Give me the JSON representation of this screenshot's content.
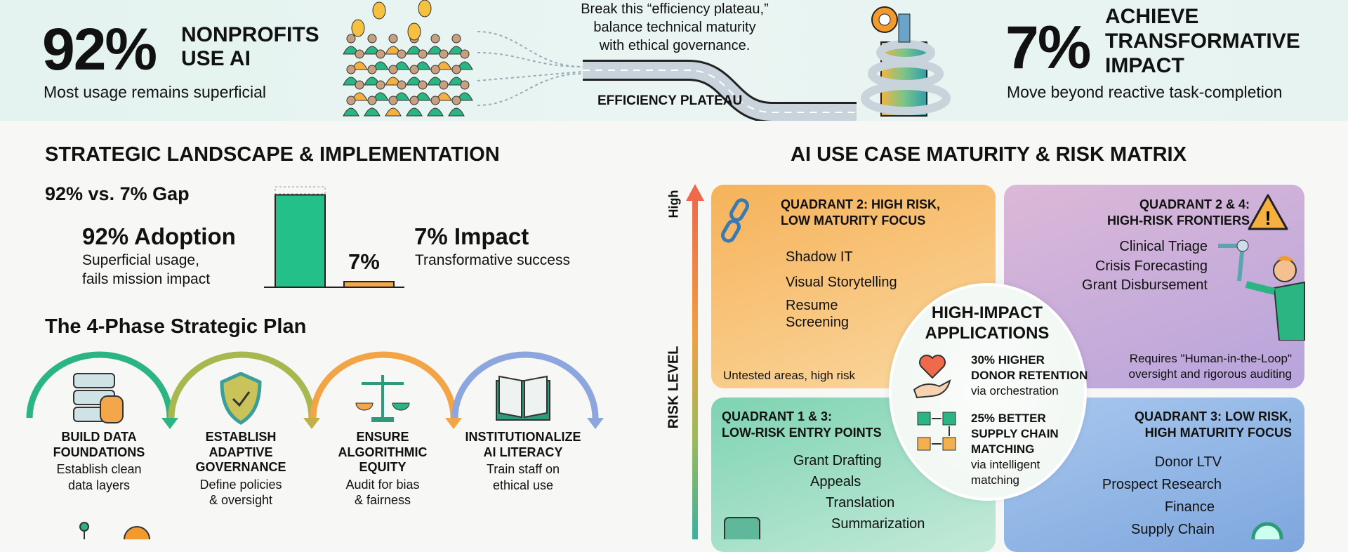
{
  "header": {
    "left_stat": "92%",
    "left_label": [
      "NONPROFITS",
      "USE AI"
    ],
    "left_sub": "Most usage remains superficial",
    "quote": [
      "Break this “efficiency plateau,”",
      "balance technical maturity",
      "with ethical governance."
    ],
    "plateau_label": "EFFICIENCY PLATEAU",
    "right_stat": "7%",
    "right_label": [
      "ACHIEVE",
      "TRANSFORMATIVE",
      "IMPACT"
    ],
    "right_sub": "Move beyond reactive task-completion"
  },
  "left": {
    "title": "STRATEGIC LANDSCAPE & IMPLEMENTATION",
    "gap_title": "92% vs. 7% Gap",
    "adoption_title": "92% Adoption",
    "adoption_desc": [
      "Superficial usage,",
      "fails mission impact"
    ],
    "bar_chart": {
      "adoption_pct": 92,
      "impact_pct": 7,
      "impact_label": "7%"
    },
    "impact_title": "7% Impact",
    "impact_desc": "Transformative success",
    "plan_title": "The 4-Phase Strategic Plan",
    "phases": [
      {
        "icon": "database-icon",
        "title": [
          "BUILD DATA",
          "FOUNDATIONS"
        ],
        "desc": [
          "Establish clean",
          "data layers"
        ],
        "color": "#2bb583"
      },
      {
        "icon": "shield-check-icon",
        "title": [
          "ESTABLISH",
          "ADAPTIVE",
          "GOVERNANCE"
        ],
        "desc": [
          "Define policies",
          "& oversight"
        ],
        "color": "#a8b850"
      },
      {
        "icon": "scales-icon",
        "title": [
          "ENSURE",
          "ALGORITHMIC",
          "EQUITY"
        ],
        "desc": [
          "Audit for bias",
          "& fairness"
        ],
        "color": "#f2a446"
      },
      {
        "icon": "book-icon",
        "title": [
          "INSTITUTIONALIZE",
          "AI LITERACY"
        ],
        "desc": [
          "Train staff on",
          "ethical use"
        ],
        "color": "#8ea6de"
      }
    ]
  },
  "matrix": {
    "title": "AI USE CASE MATURITY & RISK MATRIX",
    "axis_label": "RISK LEVEL",
    "axis_high": "High",
    "q2": {
      "title": [
        "QUADRANT 2: HIGH RISK,",
        "LOW MATURITY FOCUS"
      ],
      "items": [
        "Shadow IT",
        "Visual Storytelling",
        "Resume",
        "Screening"
      ],
      "note": "Untested areas, high risk"
    },
    "q24": {
      "title": [
        "QUADRANT 2 & 4:",
        "HIGH-RISK FRONTIERS"
      ],
      "items": [
        "Clinical Triage",
        "Crisis Forecasting",
        "Grant Disbursement"
      ],
      "note": [
        "Requires \"Human-in-the-Loop\"",
        "oversight and rigorous auditing"
      ]
    },
    "q13": {
      "title": [
        "QUADRANT 1 & 3:",
        "LOW-RISK ENTRY POINTS"
      ],
      "items": [
        "Grant Drafting",
        "Appeals",
        "Translation",
        "Summarization"
      ]
    },
    "q3": {
      "title": [
        "QUADRANT 3: LOW RISK,",
        "HIGH MATURITY FOCUS"
      ],
      "items": [
        "Donor LTV",
        "Prospect Research",
        "Finance",
        "Supply Chain"
      ]
    },
    "center": {
      "title": [
        "HIGH-IMPACT",
        "APPLICATIONS"
      ],
      "stat1": [
        "30% HIGHER",
        "DONOR RETENTION"
      ],
      "stat1_note": "via orchestration",
      "stat2": [
        "25% BETTER",
        "SUPPLY CHAIN",
        "MATCHING"
      ],
      "stat2_note": [
        "via intelligent",
        "matching"
      ]
    }
  }
}
